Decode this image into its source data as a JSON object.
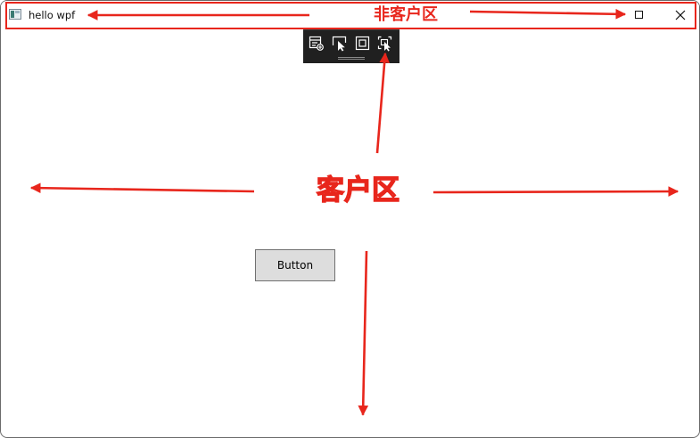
{
  "window": {
    "title": "hello wpf",
    "icons": {
      "app": "app-icon",
      "maximize": "maximize-icon",
      "close": "close-icon"
    }
  },
  "toolbar": {
    "icons": [
      "live-visual-tree-icon",
      "select-element-icon",
      "display-layout-adorners-icon",
      "track-focused-element-icon"
    ]
  },
  "client": {
    "button_label": "Button"
  },
  "annotations": {
    "non_client_label": "非客户区",
    "client_label": "客户区",
    "color": "#e8261c"
  }
}
